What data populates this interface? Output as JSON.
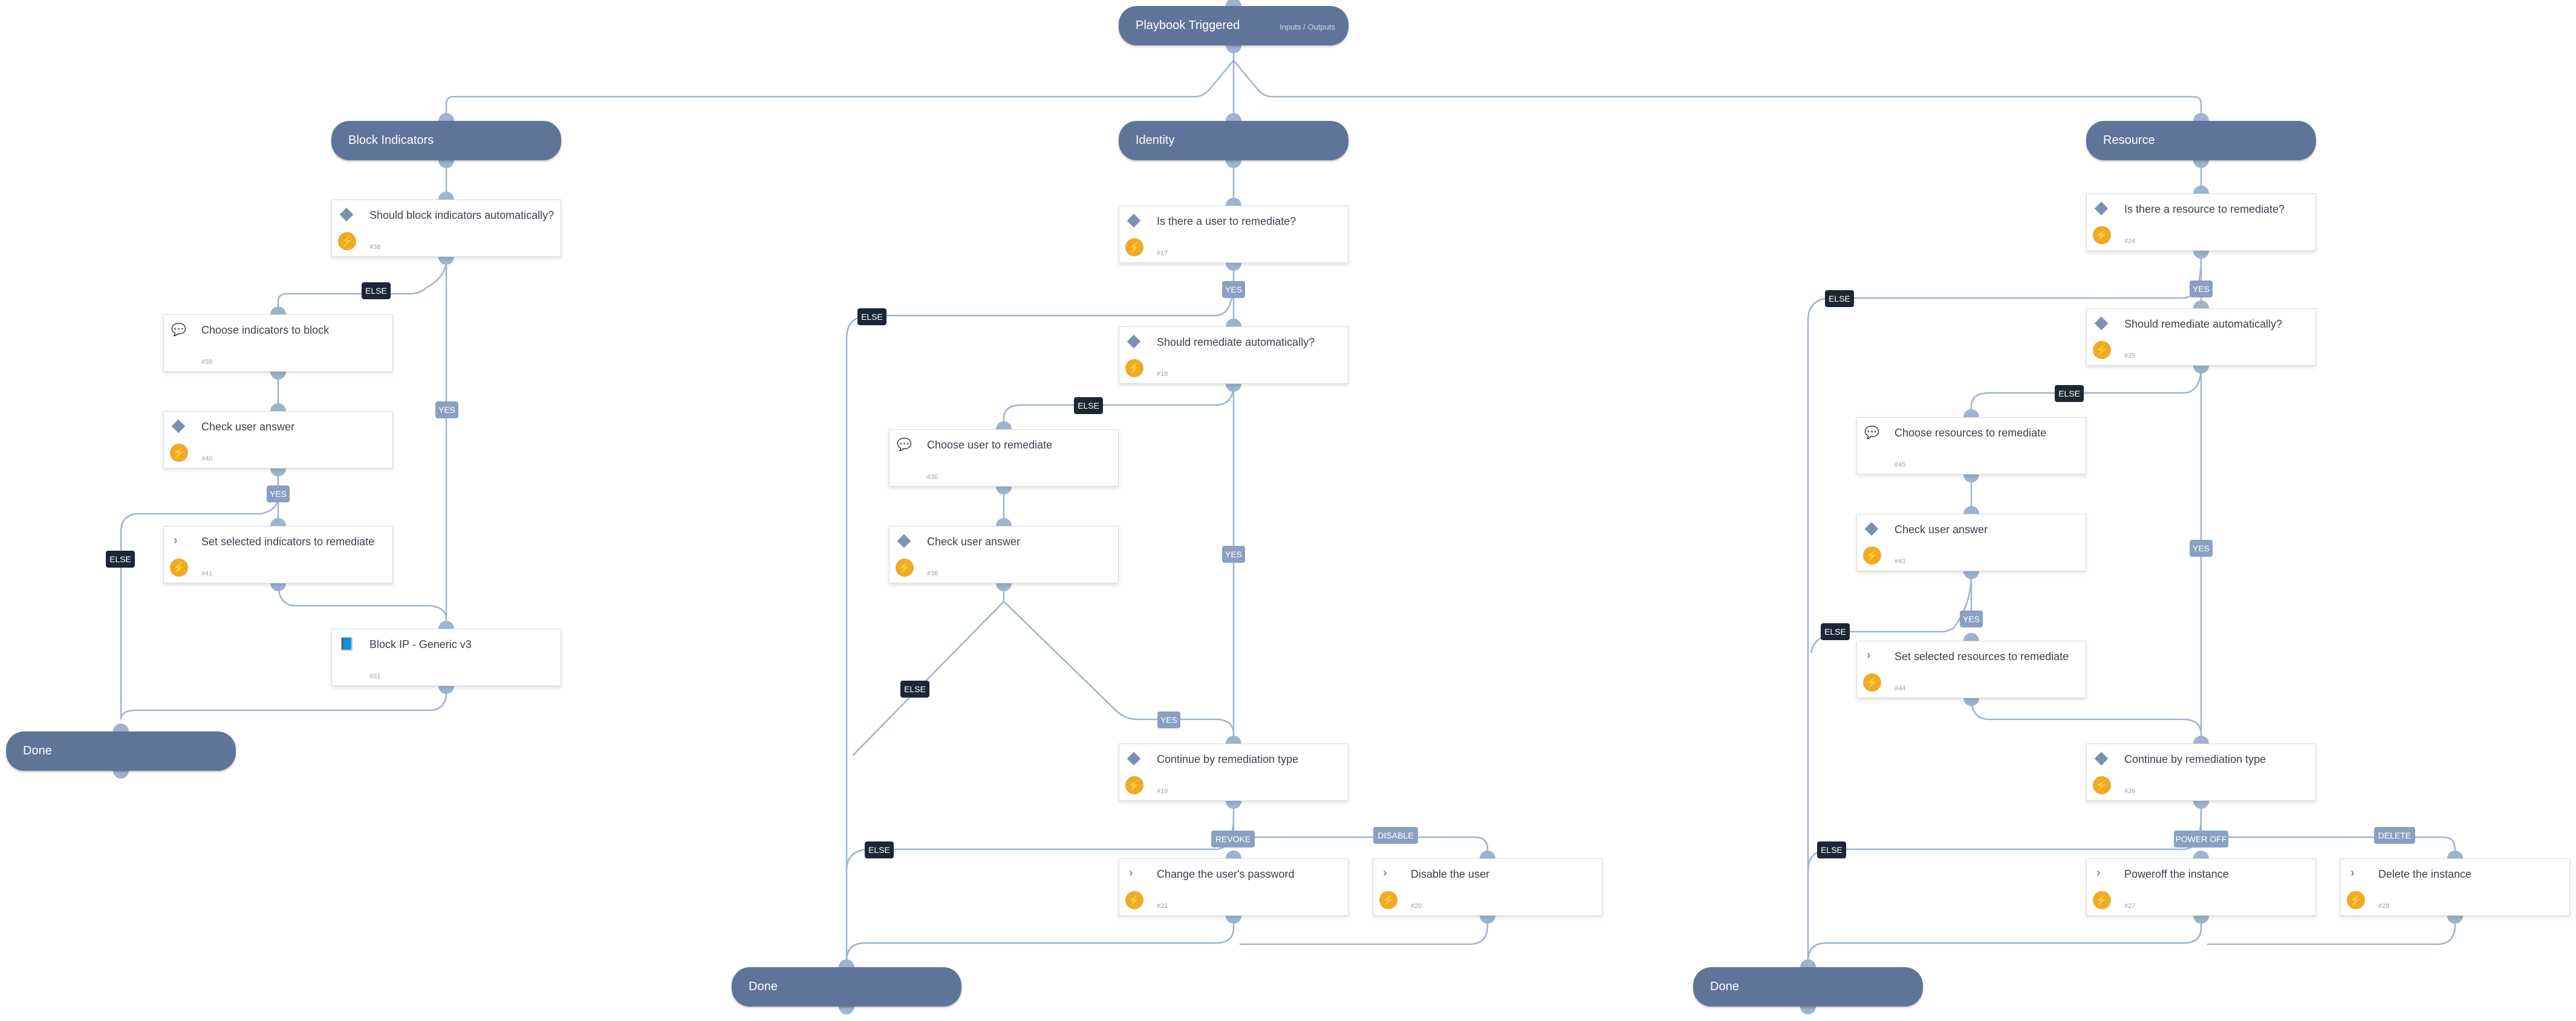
{
  "colors": {
    "section": "#5f7499",
    "connector": "#9fb3cf",
    "else_label": "#1c2634",
    "yes_label": "#8aa0c2",
    "automation_badge": "#f0a928"
  },
  "sections": {
    "trigger": {
      "label": "Playbook Triggered",
      "io": "Inputs / Outputs"
    },
    "block": "Block Indicators",
    "identity": "Identity",
    "resource": "Resource",
    "done": "Done"
  },
  "tasks": {
    "t38": {
      "title": "Should block indicators automatically?",
      "id": "#38",
      "type": "condition"
    },
    "t39": {
      "title": "Choose indicators to block",
      "id": "#39",
      "type": "manual"
    },
    "t40": {
      "title": "Check user answer",
      "id": "#40",
      "type": "condition"
    },
    "t41": {
      "title": "Set selected indicators to remediate",
      "id": "#41",
      "type": "automation"
    },
    "t31": {
      "title": "Block IP - Generic v3",
      "id": "#31",
      "type": "playbook"
    },
    "t17": {
      "title": "Is there a user to remediate?",
      "id": "#17",
      "type": "condition"
    },
    "t18": {
      "title": "Should remediate automatically?",
      "id": "#18",
      "type": "condition"
    },
    "t30": {
      "title": "Choose user to remediate",
      "id": "#30",
      "type": "manual"
    },
    "t36": {
      "title": "Check user answer",
      "id": "#36",
      "type": "condition"
    },
    "t19": {
      "title": "Continue by remediation type",
      "id": "#19",
      "type": "condition"
    },
    "t21": {
      "title": "Change the user's password",
      "id": "#21",
      "type": "automation"
    },
    "t20": {
      "title": "Disable the user",
      "id": "#20",
      "type": "automation"
    },
    "t24": {
      "title": "Is there a resource to remediate?",
      "id": "#24",
      "type": "condition"
    },
    "t25": {
      "title": "Should remediate automatically?",
      "id": "#25",
      "type": "condition"
    },
    "t45": {
      "title": "Choose resources to remediate",
      "id": "#45",
      "type": "manual"
    },
    "t43": {
      "title": "Check user answer",
      "id": "#43",
      "type": "condition"
    },
    "t44": {
      "title": "Set selected resources to remediate",
      "id": "#44",
      "type": "automation"
    },
    "t26": {
      "title": "Continue by remediation type",
      "id": "#26",
      "type": "condition"
    },
    "t27": {
      "title": "Poweroff the instance",
      "id": "#27",
      "type": "automation"
    },
    "t28": {
      "title": "Delete the instance",
      "id": "#28",
      "type": "automation"
    }
  },
  "labels": {
    "else": "ELSE",
    "yes": "YES",
    "revoke": "REVOKE",
    "disable": "DISABLE",
    "power_off": "POWER OFF",
    "delete": "DELETE"
  },
  "icons": {
    "condition": "diamond-icon",
    "manual": "chat-bubble-icon",
    "automation": "chevron-right-icon",
    "playbook": "book-icon",
    "badge": "lightning-bolt-icon"
  }
}
